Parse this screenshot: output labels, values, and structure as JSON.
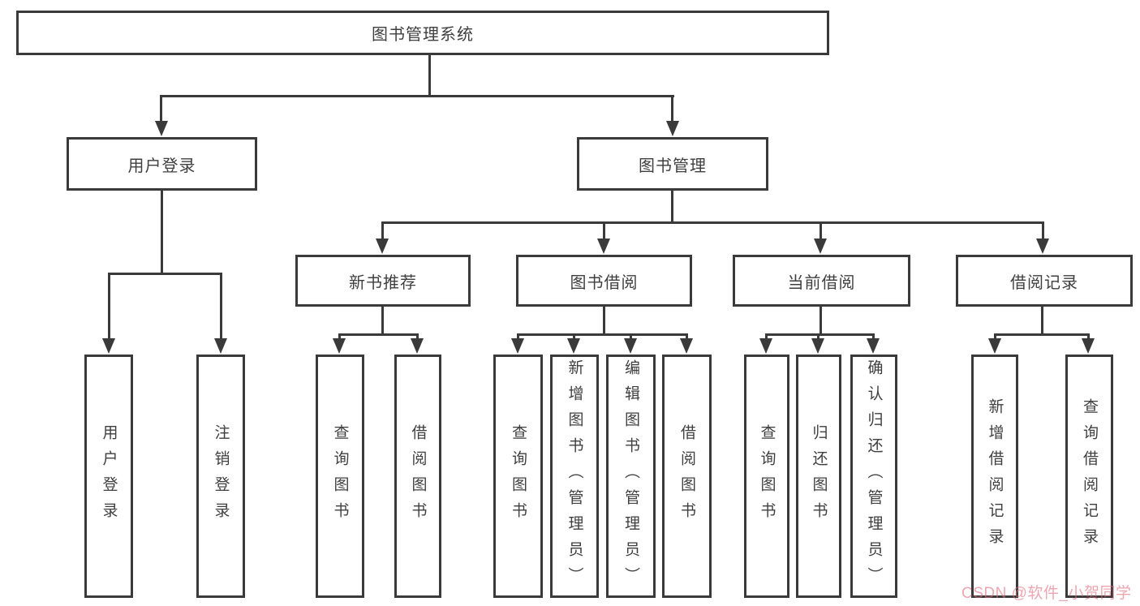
{
  "diagram": {
    "root": {
      "label": "图书管理系统"
    },
    "branches": [
      {
        "label": "用户登录",
        "children": [
          "用户登录",
          "注销登录"
        ]
      },
      {
        "label": "图书管理",
        "modules": [
          {
            "label": "新书推荐",
            "children": [
              "查询图书",
              "借阅图书"
            ]
          },
          {
            "label": "图书借阅",
            "children": [
              "查询图书",
              "新增图书（管理员）",
              "编辑图书（管理员）",
              "借阅图书"
            ]
          },
          {
            "label": "当前借阅",
            "children": [
              "查询图书",
              "归还图书",
              "确认归还（管理员）"
            ]
          },
          {
            "label": "借阅记录",
            "children": [
              "新增借阅记录",
              "查询借阅记录"
            ]
          }
        ]
      }
    ]
  },
  "watermark": {
    "text": "CSDN @软件_小贺同学",
    "color": "rgba(222,106,122,0.6)"
  },
  "theme": {
    "line_color": "#3a3a3a",
    "background": "#ffffff",
    "box_fill": "#ffffff",
    "text_color": "#3f3f3f"
  }
}
